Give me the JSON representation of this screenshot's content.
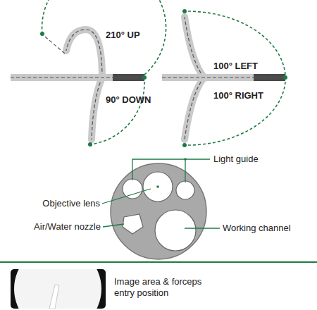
{
  "diagram": {
    "labels": [
      "210° UP",
      "90° DOWN",
      "100° LEFT",
      "100° RIGHT",
      "Light guide",
      "Objective lens",
      "Air/Water nozzle",
      "Working channel",
      "Image area & forceps entry position"
    ]
  }
}
